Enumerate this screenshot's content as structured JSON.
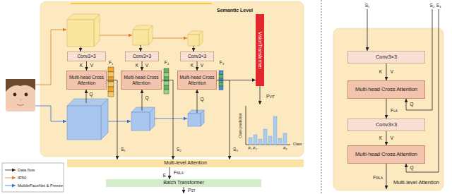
{
  "diagram": {
    "nodes": [
      {
        "text": [
          "Semantic Level"
        ]
      },
      {
        "text": [
          "Conv3×3"
        ],
        "in": 0
      },
      {
        "text": [
          "Multi-head Cross Attention"
        ],
        "in": 0
      },
      {
        "text": [
          "Conv3×3"
        ],
        "in": 0
      },
      {
        "text": [
          "Multi-head Cross Attention"
        ],
        "in": 0
      },
      {
        "text": [
          "Conv3×3"
        ],
        "in": 0
      },
      {
        "text": [
          "Multi-head Cross Attention"
        ],
        "in": 0
      },
      {
        "text": [
          "VisionTransformer"
        ],
        "in": 0
      },
      {
        "text": [
          "Multi-level Attention"
        ]
      },
      {
        "text": [
          "Batch Transformer"
        ]
      },
      {
        "text": [
          "Multi-level Attention"
        ]
      },
      {
        "text": [
          "Conv3×3"
        ],
        "in": 10
      },
      {
        "text": [
          "Multi-head Cross Attention"
        ],
        "in": 10
      },
      {
        "text": [
          "Conv3×3"
        ],
        "in": 10
      },
      {
        "text": [
          "Multi-head Cross Attention"
        ],
        "in": 10
      }
    ],
    "edges": [
      {
        "from": 1,
        "to": 2,
        "arrow": "to"
      },
      {
        "from": 3,
        "to": 4,
        "arrow": "to"
      },
      {
        "from": 5,
        "to": 6,
        "arrow": "to"
      },
      {
        "from": 2,
        "to": 8,
        "label": "S₁",
        "arrow": "to"
      },
      {
        "from": 4,
        "to": 8,
        "label": "S₂",
        "arrow": "to"
      },
      {
        "from": 6,
        "to": 8,
        "label": "S₃",
        "arrow": "to"
      },
      {
        "from": 6,
        "to": 7,
        "arrow": "to"
      },
      {
        "from": 8,
        "to": 9,
        "label": "FMLA",
        "arrow": "to"
      },
      {
        "from": 11,
        "to": 12,
        "arrow": "to"
      },
      {
        "from": 12,
        "to": 13,
        "label": "FLA",
        "arrow": "to"
      },
      {
        "from": 13,
        "to": 14,
        "arrow": "to"
      }
    ],
    "labels": [
      "K",
      "V",
      "Q",
      "K",
      "V",
      "Q",
      "K",
      "V",
      "Q",
      "F₁",
      "F₂",
      "F₃",
      "PVIT",
      "Class prediction",
      "Class",
      "P₁",
      "P₂",
      "P₈",
      "E",
      "PST",
      "S₁",
      "S₂",
      "S₃",
      "K",
      "V",
      "Q",
      "K",
      "V",
      "Q",
      "FMLA"
    ],
    "legend": [
      {
        "text": "Data flow"
      },
      {
        "text": "IR50"
      },
      {
        "text": "MobileFaceNet & Freeze"
      }
    ]
  }
}
